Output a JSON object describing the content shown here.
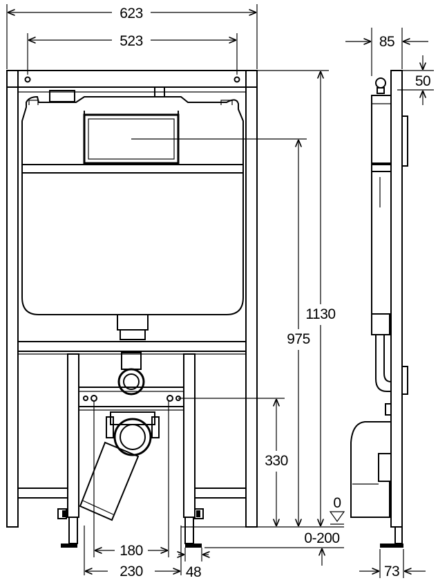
{
  "dimensions": {
    "overall_width": "623",
    "hole_spacing": "523",
    "side_depth": "85",
    "side_top_offset": "50",
    "total_height": "1130",
    "cistern_height": "975",
    "drain_height": "330",
    "floor_zero": "0",
    "floor_adjust": "0-200",
    "drain_spacing": "180",
    "foot_spacing": "230",
    "foot_width": "48",
    "side_foot_depth": "73"
  },
  "colors": {
    "line": "#000000",
    "background": "#ffffff"
  }
}
